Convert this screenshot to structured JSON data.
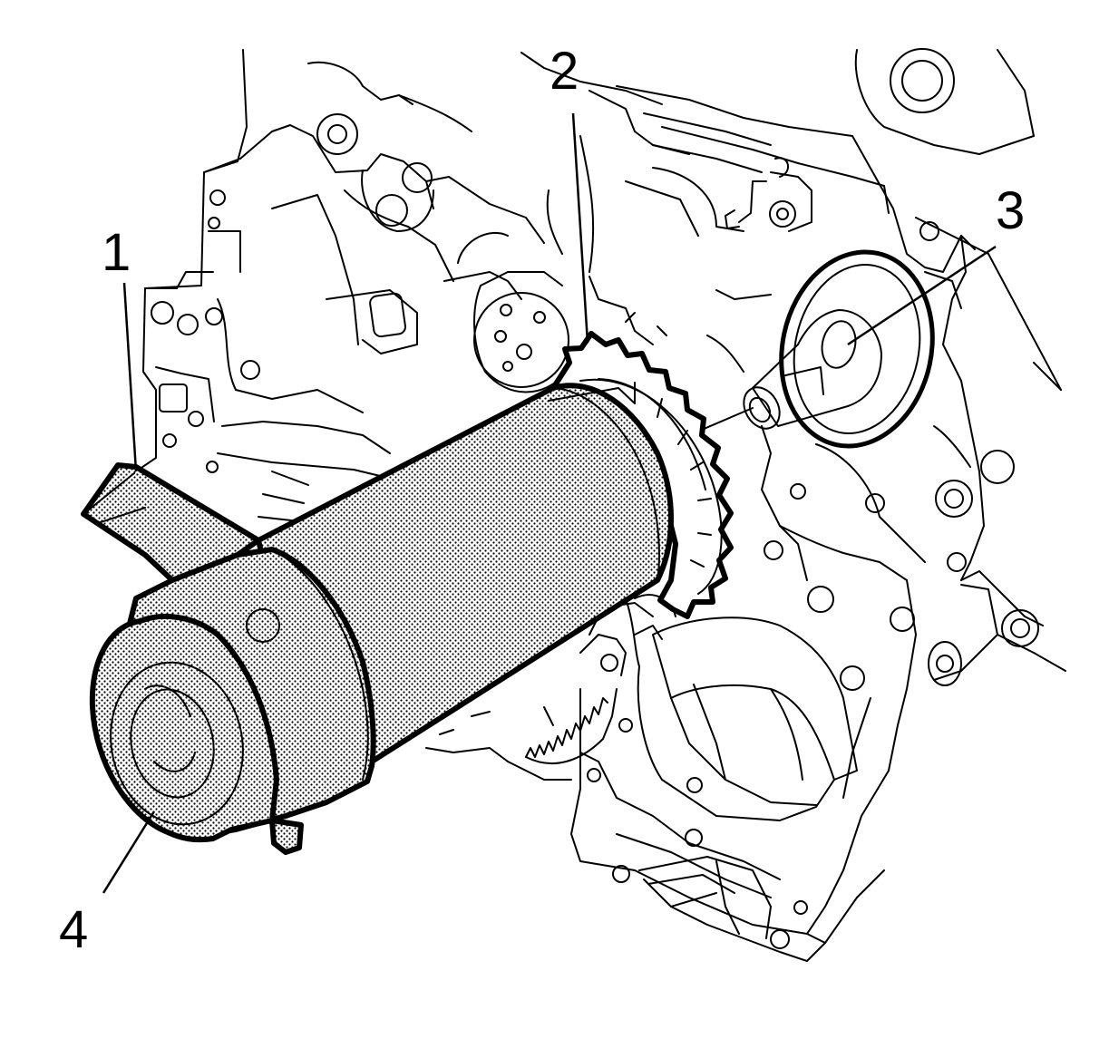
{
  "callouts": [
    {
      "id": "1",
      "label": "1"
    },
    {
      "id": "2",
      "label": "2"
    },
    {
      "id": "3",
      "label": "3"
    },
    {
      "id": "4",
      "label": "4"
    }
  ],
  "colors": {
    "line": "#000000",
    "background": "#ffffff",
    "tool_dot": "#000000"
  },
  "icons": {
    "engine_block": "engine-block-drawing",
    "tool": "crankshaft-sprocket-installer-tool",
    "sprocket": "crankshaft-sprocket",
    "crank_nose": "crankshaft-nose"
  }
}
